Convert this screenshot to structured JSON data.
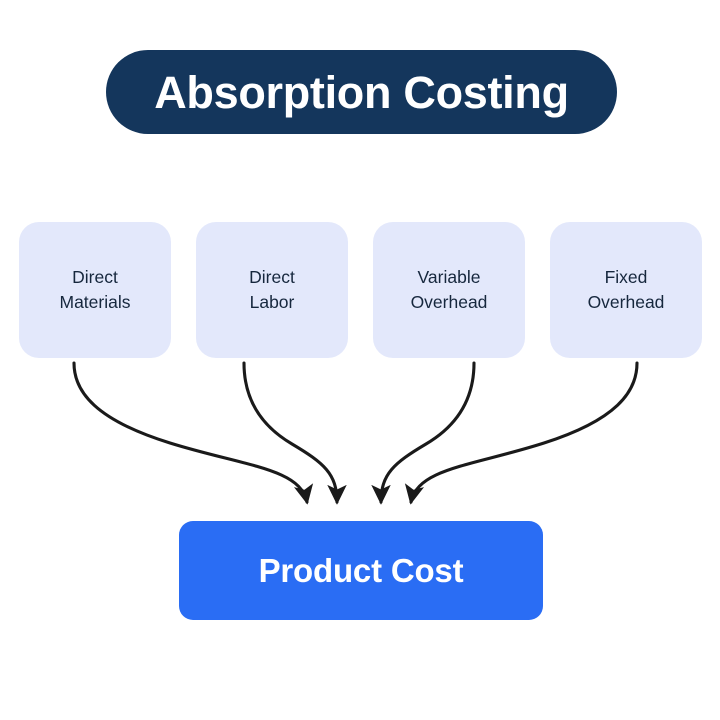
{
  "diagram": {
    "title": "Absorption Costing",
    "title_pill_color": "#14365c",
    "title_text_color": "#ffffff",
    "background_color": "#ffffff",
    "inputs": [
      {
        "label": "Direct\nMaterials",
        "line1": "Direct",
        "line2": "Materials"
      },
      {
        "label": "Direct\nLabor",
        "line1": "Direct",
        "line2": "Labor"
      },
      {
        "label": "Variable\nOverhead",
        "line1": "Variable",
        "line2": "Overhead"
      },
      {
        "label": "Fixed\nOverhead",
        "line1": "Fixed",
        "line2": "Overhead"
      }
    ],
    "input_box_color": "#e3e8fb",
    "input_text_color": "#16273d",
    "output": {
      "label": "Product Cost",
      "box_color": "#2a6df4",
      "text_color": "#ffffff"
    },
    "arrows": {
      "count": 4,
      "color": "#1a1a1a",
      "style": "curved-arrow-down",
      "description": "Each input box flows into the Product Cost box"
    }
  }
}
